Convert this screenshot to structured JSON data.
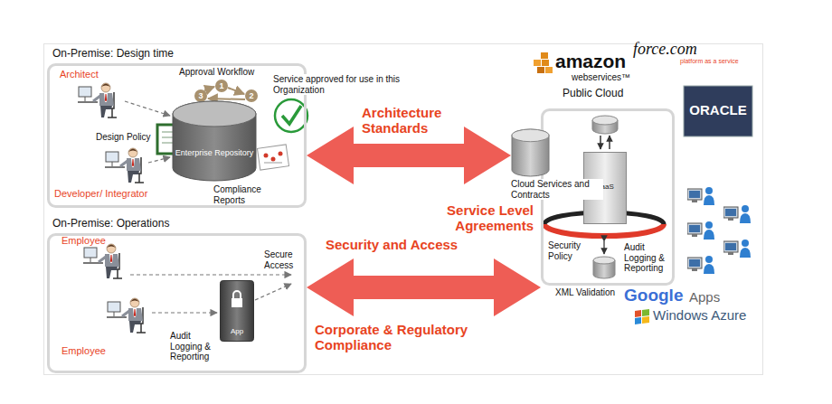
{
  "diagram": {
    "nodes": [
      {
        "text": [
          "On-Premise: Design time"
        ]
      },
      {
        "text": [
          "Enterprise Repository"
        ],
        "in": 0
      },
      {
        "text": [
          "On-Premise: Operations"
        ]
      },
      {
        "text": [
          "App"
        ],
        "in": 2
      },
      {
        "text": [
          "Public Cloud"
        ]
      },
      {
        "text": [
          "SaaS"
        ],
        "in": 4
      },
      {
        "text": [
          "Cloud Services and Contracts"
        ]
      }
    ],
    "edges": [
      {
        "from": 0,
        "to": 6,
        "arrow": "both",
        "label": "Architecture Standards"
      },
      {
        "from": 2,
        "to": 4,
        "arrow": "both",
        "label": "Security and Access"
      }
    ],
    "labels": [
      "Architect",
      "Approval Workflow",
      "1",
      "2",
      "3",
      "Service approved for use in this Organization",
      "Design Policy",
      "Developer/ Integrator",
      "Compliance Reports",
      "Employee",
      "Secure Access",
      "Employee",
      "Audit Logging & Reporting",
      "Service Level Agreements",
      "Corporate & Regulatory Compliance",
      "amazon",
      "webservices™",
      "force.com",
      "platform as a service",
      "ORACLE",
      "Security Policy",
      "Audit Logging & Reporting",
      "XML Validation",
      "Google",
      "Apps",
      "Windows Azure"
    ]
  }
}
